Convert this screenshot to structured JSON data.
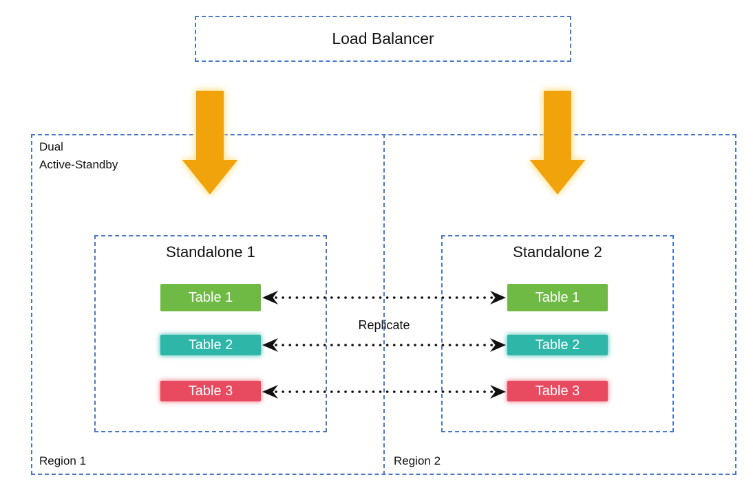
{
  "load_balancer": {
    "label": "Load Balancer"
  },
  "container": {
    "label_line1": "Dual",
    "label_line2": "Active-Standby",
    "regions": [
      {
        "label": "Region 1",
        "standalone": {
          "title": "Standalone 1",
          "tables": [
            "Table 1",
            "Table 2",
            "Table 3"
          ]
        }
      },
      {
        "label": "Region 2",
        "standalone": {
          "title": "Standalone 2",
          "tables": [
            "Table 1",
            "Table 2",
            "Table 3"
          ]
        }
      }
    ]
  },
  "replicate_label": "Replicate",
  "icons": {
    "flow_arrow": "down-arrow",
    "connector": "bidirectional-dotted-arrow"
  },
  "colors": {
    "dashed_border_blue": "#4a77c9",
    "table1_green": "#6fba44",
    "table2_teal": "#2eb6a9",
    "table3_red": "#e84b5f",
    "flow_arrow_gold": "#f0a30a",
    "flow_arrow_glow": "#ffd76e",
    "connector_black": "#111111",
    "table_text_white": "#ffffff"
  }
}
